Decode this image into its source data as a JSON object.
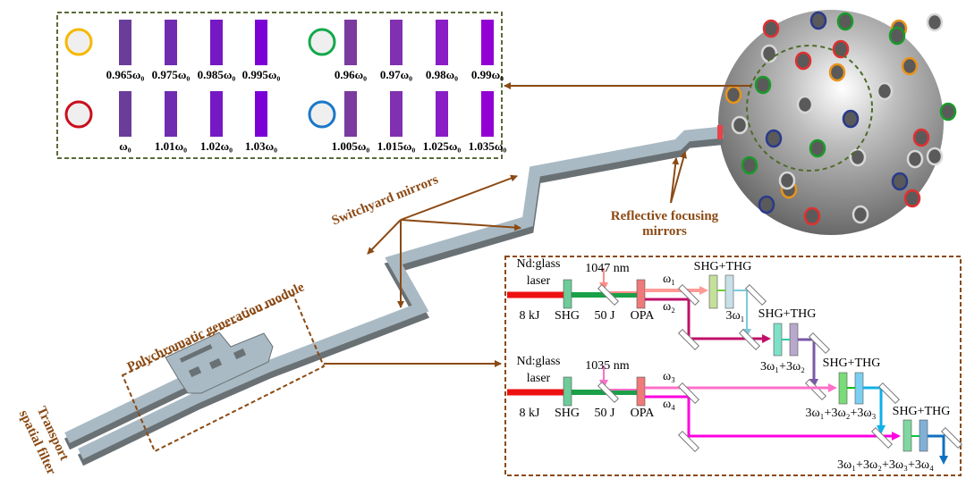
{
  "colors": {
    "brown": "#8b4a14",
    "box_border_top": "#5a6b3a",
    "beam_tube": "#a9bac4",
    "beam_tube_shadow": "#6a7175",
    "sphere": "#8c8c8c"
  },
  "frequency_box": {
    "groups": [
      {
        "ring_color": "#f5b800",
        "bar_colors": [
          "#6b3d9a",
          "#6f2cb0",
          "#7419c4",
          "#7a00d6"
        ],
        "labels": [
          "0.965ω₀",
          "0.975ω₀",
          "0.985ω₀",
          "0.995ω₀"
        ]
      },
      {
        "ring_color": "#12a84a",
        "bar_colors": [
          "#7b3a9f",
          "#8030b0",
          "#8a1dc6",
          "#9200d4"
        ],
        "labels": [
          "0.96ω₀",
          "0.97ω₀",
          "0.98ω₀",
          "0.99ω₀"
        ]
      },
      {
        "ring_color": "#c8101a",
        "bar_colors": [
          "#6b3d9a",
          "#6f2cb0",
          "#7419c4",
          "#7a00d6"
        ],
        "labels": [
          "ω₀",
          "1.01ω₀",
          "1.02ω₀",
          "1.03ω₀"
        ]
      },
      {
        "ring_color": "#1a78c8",
        "bar_colors": [
          "#7b3a9f",
          "#8030b0",
          "#8a1dc6",
          "#9200d4"
        ],
        "labels": [
          "1.005ω₀",
          "1.015ω₀",
          "1.025ω₀",
          "1.035ω₀"
        ]
      }
    ]
  },
  "annotations": {
    "switchyard": "Switchyard mirrors",
    "reflective_line1": "Reflective focusing",
    "reflective_line2": "mirrors",
    "module": "Polychromatic generation module",
    "transport_line1": "Transport",
    "transport_line2": "spatial filter"
  },
  "schematic": {
    "laser_1": {
      "name_line1": "Nd:glass",
      "name_line2": "laser",
      "energy": "8 kJ",
      "shg": "SHG",
      "wavelength": "1047 nm",
      "seed_energy": "50 J",
      "opa": "OPA",
      "w_a": "ω₁",
      "w_b": "ω₂"
    },
    "laser_2": {
      "name_line1": "Nd:glass",
      "name_line2": "laser",
      "energy": "8 kJ",
      "shg": "SHG",
      "wavelength": "1035 nm",
      "seed_energy": "50 J",
      "opa": "OPA",
      "w_a": "ω₃",
      "w_b": "ω₄"
    },
    "stages": [
      {
        "title": "SHG+THG",
        "output": "3ω₁"
      },
      {
        "title": "SHG+THG",
        "output": "3ω₁+3ω₂"
      },
      {
        "title": "SHG+THG",
        "output": "3ω₁+3ω₂+3ω₃"
      },
      {
        "title": "SHG+THG",
        "output": "3ω₁+3ω₂+3ω₃+3ω₄"
      }
    ]
  }
}
